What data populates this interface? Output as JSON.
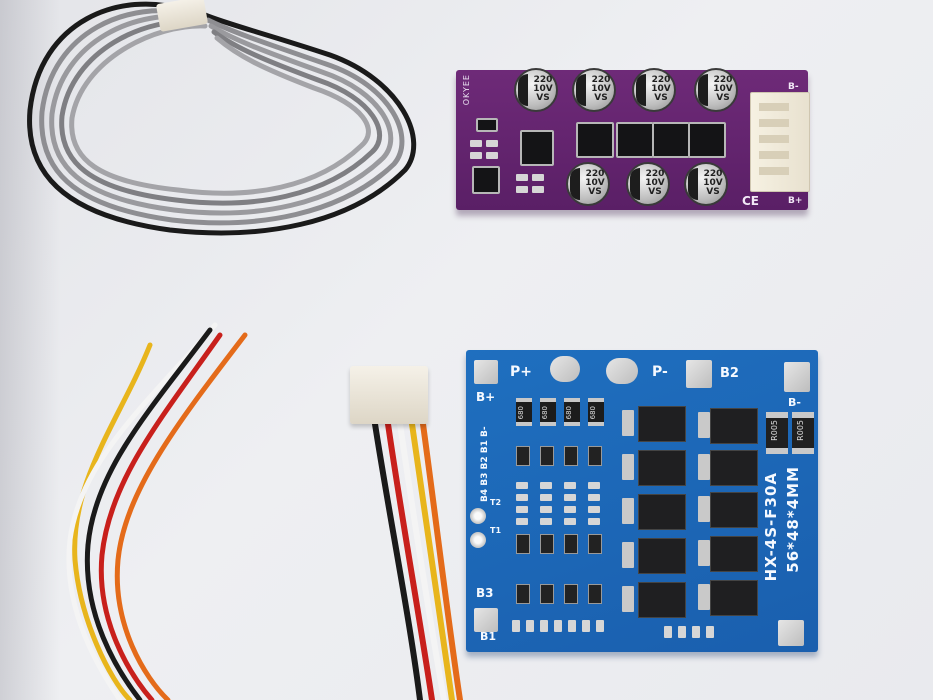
{
  "purple_board": {
    "cap_value": "220",
    "cap_voltage": "10V",
    "cap_series": "VS",
    "edge_label": "OKYEE",
    "ce_mark": "CE",
    "b_minus": "B-",
    "b_plus": "B+"
  },
  "blue_board": {
    "p_plus": "P+",
    "p_minus": "P-",
    "b2": "B2",
    "b_plus": "B+",
    "b_minus": "B-",
    "b1": "B1",
    "b3": "B3",
    "t1": "T1",
    "t2": "T2",
    "model": "HX-4S-F30A",
    "size": "56*48*4MM",
    "resistor_code": "680",
    "shunt_code": "R005",
    "balance_labels": [
      "B4",
      "B3",
      "B2",
      "B1",
      "B-"
    ]
  },
  "colors": {
    "purple_pcb": "#5f2169",
    "blue_pcb": "#1c66b5",
    "wire_black": "#1a1a1a",
    "wire_grey": "#8a8a8e",
    "wire_red": "#c8201c",
    "wire_yellow": "#e8b51c",
    "wire_orange": "#e46b1a",
    "wire_white": "#f4f4f4"
  }
}
